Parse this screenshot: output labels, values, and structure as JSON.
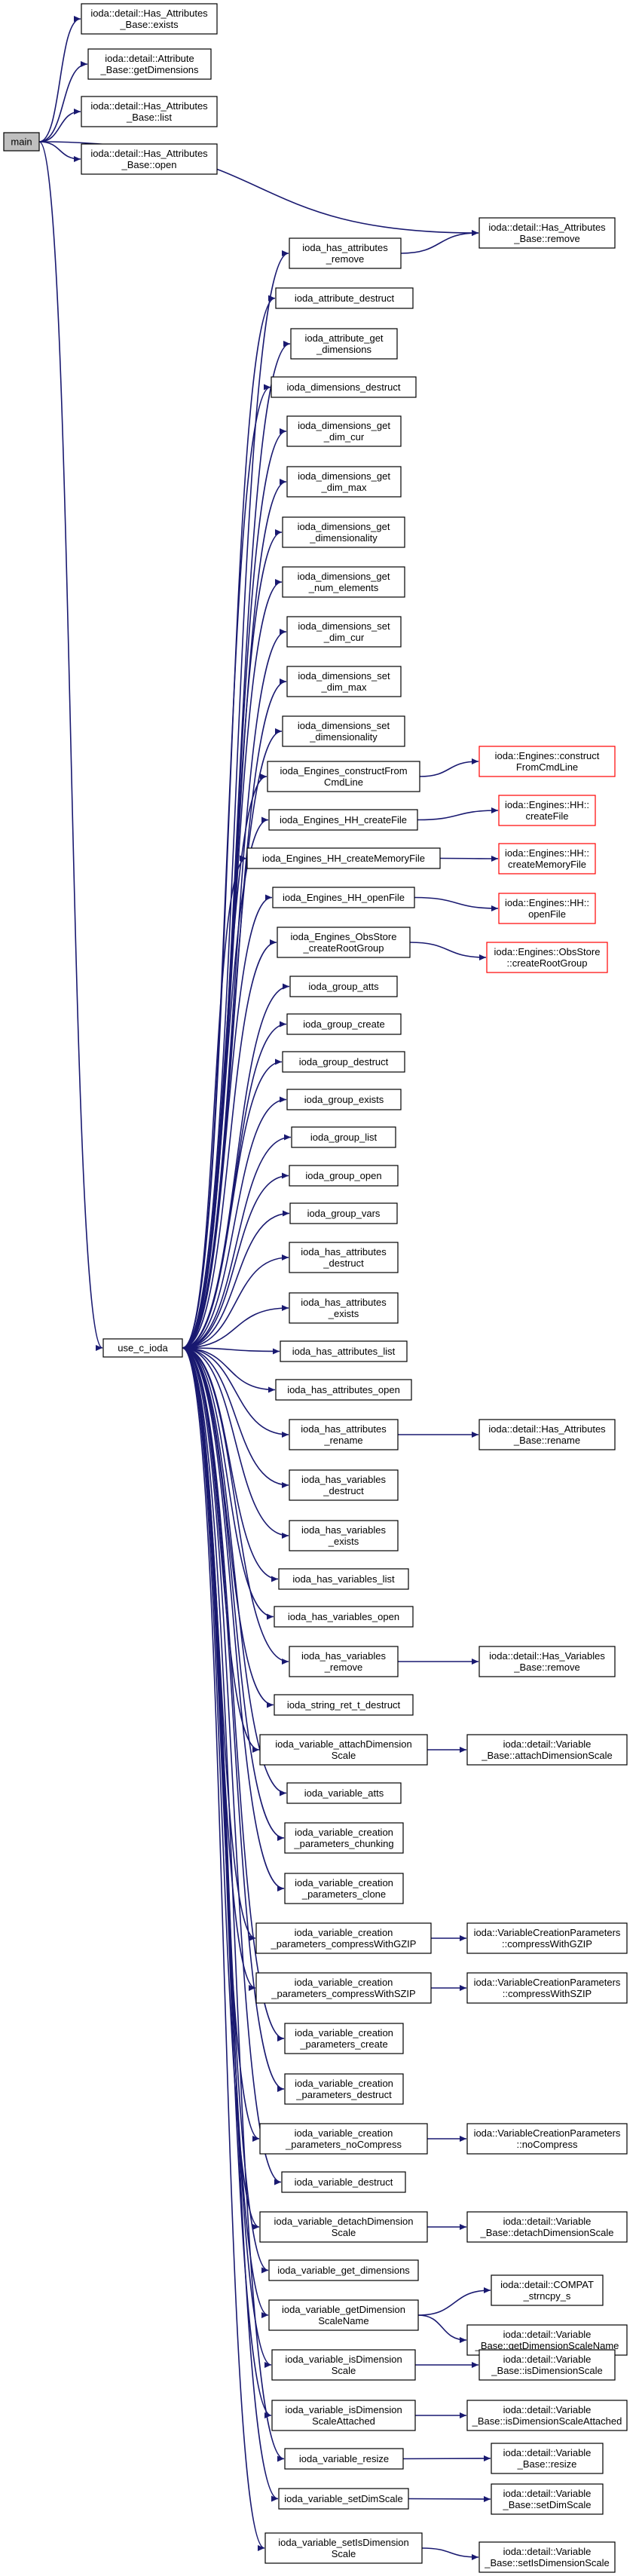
{
  "graph": {
    "edge_color": "#191970",
    "node_fill": "#ffffff",
    "root_fill": "#bfbfbf",
    "external_border": "#ff0000",
    "nodes": {
      "main": [
        "main"
      ],
      "hab_exists": [
        "ioda::detail::Has_Attributes",
        "_Base::exists"
      ],
      "ab_getdims": [
        "ioda::detail::Attribute",
        "_Base::getDimensions"
      ],
      "hab_list": [
        "ioda::detail::Has_Attributes",
        "_Base::list"
      ],
      "hab_open": [
        "ioda::detail::Has_Attributes",
        "_Base::open"
      ],
      "hab_remove": [
        "ioda::detail::Has_Attributes",
        "_Base::remove"
      ],
      "use_c_ioda": [
        "use_c_ioda"
      ],
      "n_has_attr_remove": [
        "ioda_has_attributes",
        "_remove"
      ],
      "n_attr_destruct": [
        "ioda_attribute_destruct"
      ],
      "n_attr_get_dims": [
        "ioda_attribute_get",
        "_dimensions"
      ],
      "n_dims_destruct": [
        "ioda_dimensions_destruct"
      ],
      "n_dims_get_dim_cur": [
        "ioda_dimensions_get",
        "_dim_cur"
      ],
      "n_dims_get_dim_max": [
        "ioda_dimensions_get",
        "_dim_max"
      ],
      "n_dims_get_dimensionality": [
        "ioda_dimensions_get",
        "_dimensionality"
      ],
      "n_dims_get_num_elements": [
        "ioda_dimensions_get",
        "_num_elements"
      ],
      "n_dims_set_dim_cur": [
        "ioda_dimensions_set",
        "_dim_cur"
      ],
      "n_dims_set_dim_max": [
        "ioda_dimensions_set",
        "_dim_max"
      ],
      "n_dims_set_dimensionality": [
        "ioda_dimensions_set",
        "_dimensionality"
      ],
      "n_eng_construct": [
        "ioda_Engines_constructFrom",
        "CmdLine"
      ],
      "x_eng_construct": [
        "ioda::Engines::construct",
        "FromCmdLine"
      ],
      "n_eng_hh_create": [
        "ioda_Engines_HH_createFile"
      ],
      "x_eng_hh_create": [
        "ioda::Engines::HH::",
        "createFile"
      ],
      "n_eng_hh_creatememory": [
        "ioda_Engines_HH_createMemoryFile"
      ],
      "x_eng_hh_creatememory": [
        "ioda::Engines::HH::",
        "createMemoryFile"
      ],
      "n_eng_hh_open": [
        "ioda_Engines_HH_openFile"
      ],
      "x_eng_hh_open": [
        "ioda::Engines::HH::",
        "openFile"
      ],
      "n_eng_obsstore": [
        "ioda_Engines_ObsStore",
        "_createRootGroup"
      ],
      "x_eng_obsstore": [
        "ioda::Engines::ObsStore",
        "::createRootGroup"
      ],
      "n_group_atts": [
        "ioda_group_atts"
      ],
      "n_group_create": [
        "ioda_group_create"
      ],
      "n_group_destruct": [
        "ioda_group_destruct"
      ],
      "n_group_exists": [
        "ioda_group_exists"
      ],
      "n_group_list": [
        "ioda_group_list"
      ],
      "n_group_open": [
        "ioda_group_open"
      ],
      "n_group_vars": [
        "ioda_group_vars"
      ],
      "n_has_attr_destruct": [
        "ioda_has_attributes",
        "_destruct"
      ],
      "n_has_attr_exists": [
        "ioda_has_attributes",
        "_exists"
      ],
      "n_has_attr_list": [
        "ioda_has_attributes_list"
      ],
      "n_has_attr_open": [
        "ioda_has_attributes_open"
      ],
      "n_has_attr_rename": [
        "ioda_has_attributes",
        "_rename"
      ],
      "hab_rename": [
        "ioda::detail::Has_Attributes",
        "_Base::rename"
      ],
      "n_has_vars_destruct": [
        "ioda_has_variables",
        "_destruct"
      ],
      "n_has_vars_exists": [
        "ioda_has_variables",
        "_exists"
      ],
      "n_has_vars_list": [
        "ioda_has_variables_list"
      ],
      "n_has_vars_open": [
        "ioda_has_variables_open"
      ],
      "n_has_vars_remove": [
        "ioda_has_variables",
        "_remove"
      ],
      "hvb_remove": [
        "ioda::detail::Has_Variables",
        "_Base::remove"
      ],
      "n_string_ret": [
        "ioda_string_ret_t_destruct"
      ],
      "n_var_attach": [
        "ioda_variable_attachDimension",
        "Scale"
      ],
      "vb_attach": [
        "ioda::detail::Variable",
        "_Base::attachDimensionScale"
      ],
      "n_var_atts": [
        "ioda_variable_atts"
      ],
      "n_var_cp_chunking": [
        "ioda_variable_creation",
        "_parameters_chunking"
      ],
      "n_var_cp_clone": [
        "ioda_variable_creation",
        "_parameters_clone"
      ],
      "n_var_cp_gzip": [
        "ioda_variable_creation",
        "_parameters_compressWithGZIP"
      ],
      "vcp_gzip": [
        "ioda::VariableCreationParameters",
        "::compressWithGZIP"
      ],
      "n_var_cp_szip": [
        "ioda_variable_creation",
        "_parameters_compressWithSZIP"
      ],
      "vcp_szip": [
        "ioda::VariableCreationParameters",
        "::compressWithSZIP"
      ],
      "n_var_cp_create": [
        "ioda_variable_creation",
        "_parameters_create"
      ],
      "n_var_cp_destruct": [
        "ioda_variable_creation",
        "_parameters_destruct"
      ],
      "n_var_cp_nocompress": [
        "ioda_variable_creation",
        "_parameters_noCompress"
      ],
      "vcp_nocompress": [
        "ioda::VariableCreationParameters",
        "::noCompress"
      ],
      "n_var_destruct": [
        "ioda_variable_destruct"
      ],
      "n_var_detach": [
        "ioda_variable_detachDimension",
        "Scale"
      ],
      "vb_detach": [
        "ioda::detail::Variable",
        "_Base::detachDimensionScale"
      ],
      "n_var_get_dims": [
        "ioda_variable_get_dimensions"
      ],
      "n_var_get_dsname": [
        "ioda_variable_getDimension",
        "ScaleName"
      ],
      "compat_strncpy": [
        "ioda::detail::COMPAT",
        "_strncpy_s"
      ],
      "vb_get_dsname": [
        "ioda::detail::Variable",
        "_Base::getDimensionScaleName"
      ],
      "n_var_is_ds": [
        "ioda_variable_isDimension",
        "Scale"
      ],
      "vb_is_ds": [
        "ioda::detail::Variable",
        "_Base::isDimensionScale"
      ],
      "n_var_is_ds_attached": [
        "ioda_variable_isDimension",
        "ScaleAttached"
      ],
      "vb_is_ds_attached": [
        "ioda::detail::Variable",
        "_Base::isDimensionScaleAttached"
      ],
      "n_var_resize": [
        "ioda_variable_resize"
      ],
      "vb_resize": [
        "ioda::detail::Variable",
        "_Base::resize"
      ],
      "n_var_setdimscale": [
        "ioda_variable_setDimScale"
      ],
      "vb_setdimscale": [
        "ioda::detail::Variable",
        "_Base::setDimScale"
      ],
      "n_var_setisds": [
        "ioda_variable_setIsDimension",
        "Scale"
      ],
      "vb_setisds": [
        "ioda::detail::Variable",
        "_Base::setIsDimensionScale"
      ]
    }
  }
}
